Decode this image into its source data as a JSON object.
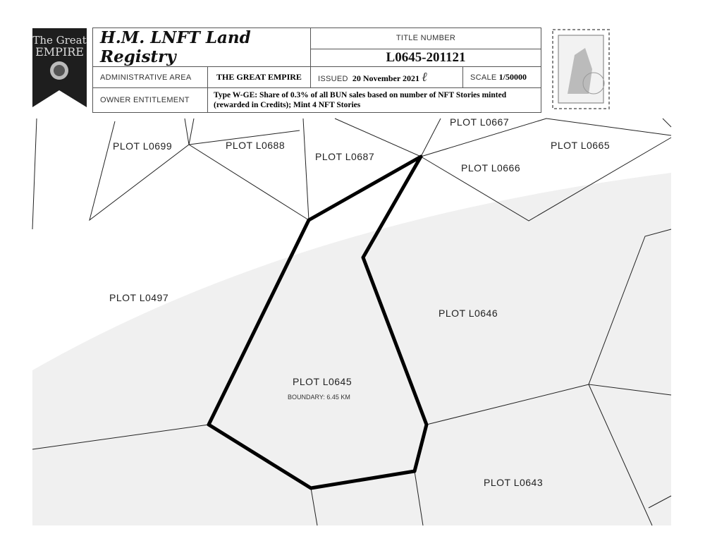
{
  "logo": {
    "line1": "The Great",
    "line2": "EMPIRE"
  },
  "header": {
    "title": "H.M. LNFT Land Registry",
    "title_number_label": "TITLE NUMBER",
    "title_number": "L0645-201121",
    "admin_area_label": "ADMINISTRATIVE AREA",
    "admin_area": "THE GREAT EMPIRE",
    "issued_label": "ISSUED",
    "issued": "20 November 2021",
    "scale_label": "SCALE",
    "scale": "1/50000",
    "owner_label": "OWNER ENTITLEMENT",
    "owner": "Type W-GE: Share of 0.3% of all BUN sales based on number of NFT Stories minted (rewarded in Credits); Mint 4 NFT Stories"
  },
  "map": {
    "plots": [
      "PLOT L0699",
      "PLOT L0688",
      "PLOT L0687",
      "PLOT L0667",
      "PLOT L0666",
      "PLOT L0665",
      "PLOT L0497",
      "PLOT L0646",
      "PLOT L0645",
      "PLOT L0643"
    ],
    "boundary": "BOUNDARY: 6.45 KM"
  }
}
